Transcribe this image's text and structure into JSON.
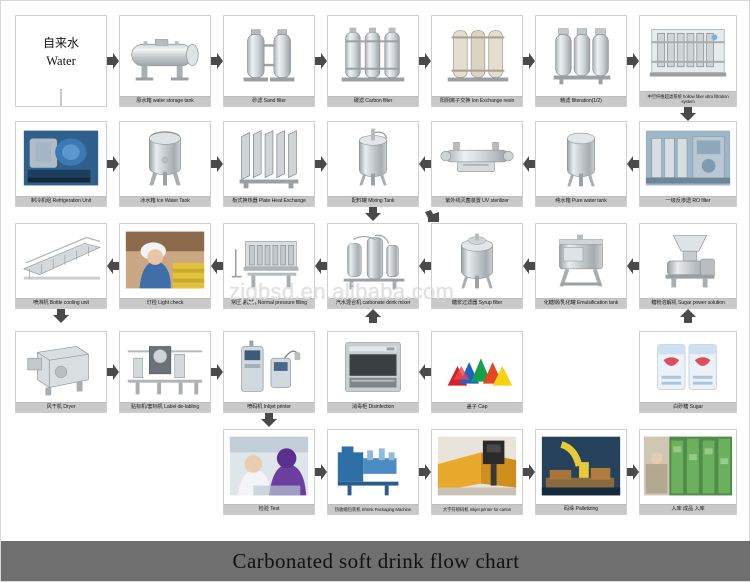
{
  "title": "Carbonated soft drink flow chart",
  "watermark": "zjgbsd.en.alibaba.com",
  "colors": {
    "caption_bg": "#c9c9c9",
    "cell_border": "#cfcfcf",
    "arrow": "#4a4a4a",
    "title_bar_bg": "#6f6f6f",
    "page_bg": "#ffffff"
  },
  "start_cell": {
    "cn": "自来水",
    "en": "Water"
  },
  "rows": [
    {
      "index": 1,
      "flow": "left-to-right",
      "cells": [
        {
          "id": "water",
          "cn": "自来水",
          "en": "Water",
          "caption": "自来水 Water",
          "icon": "text-start"
        },
        {
          "id": "water-storage",
          "caption": "原水箱 water storage tank",
          "icon": "horizontal-tank-icon"
        },
        {
          "id": "sand-filter",
          "caption": "砂滤 Sand filter",
          "icon": "twin-column-filter-icon"
        },
        {
          "id": "carbon-filter",
          "caption": "碳滤 Carbon filter",
          "icon": "multi-column-filter-icon"
        },
        {
          "id": "ion-exchange",
          "caption": "阳阴离子交换 Ion Exchange resin",
          "icon": "resin-column-icon"
        },
        {
          "id": "filtration",
          "caption": "精滤 filteration(1/2)",
          "icon": "cartridge-filter-icon"
        },
        {
          "id": "hollow-fiber",
          "caption": "中空纤维超滤系统 hollow fiber ultra filtration system",
          "icon": "membrane-skid-icon"
        }
      ]
    },
    {
      "index": 2,
      "flow": "converging-to-mixing-tank",
      "cells": [
        {
          "id": "refrigeration",
          "caption": "制冷机组 Refrigeration Unit",
          "icon": "refrigeration-unit-photo"
        },
        {
          "id": "ice-water-tank",
          "caption": "冰水箱 Ice Water Tank",
          "icon": "vertical-tank-icon"
        },
        {
          "id": "plate-heat-exch",
          "caption": "板式换热器 Plate Heat Exchange",
          "icon": "plate-heat-exchanger-icon"
        },
        {
          "id": "mixing-tank",
          "caption": "配料罐 Mixing Tank",
          "icon": "mixing-tank-icon"
        },
        {
          "id": "uv-sterilizer",
          "caption": "紫外线灭菌装置 UV sterilizer",
          "icon": "uv-sterilizer-icon"
        },
        {
          "id": "pure-water-tank",
          "caption": "纯水箱 Pure water tank",
          "icon": "pure-water-tank-icon"
        },
        {
          "id": "ro-filter",
          "caption": "一级反渗透 RO filter",
          "icon": "ro-skid-photo"
        }
      ]
    },
    {
      "index": 3,
      "flow": "right-to-left",
      "cells": [
        {
          "id": "bottle-cooling",
          "caption": "喷淋机 Bottle cooling unit",
          "icon": "cooling-tunnel-icon"
        },
        {
          "id": "light-check",
          "caption": "灯检 Light check",
          "icon": "light-check-photo"
        },
        {
          "id": "normal-filling",
          "caption": "常压灌装机 Normal pressure filling",
          "icon": "filling-machine-icon"
        },
        {
          "id": "carbonate-mixer",
          "caption": "汽水混合机 carbonate drink mixer",
          "icon": "carbonator-icon"
        },
        {
          "id": "syrup-filter",
          "caption": "糖浆过滤器 Syrup filter",
          "icon": "syrup-filter-icon"
        },
        {
          "id": "emulsification",
          "caption": "化糖锅/乳化罐 Emulsification tank",
          "icon": "emulsification-tank-icon"
        },
        {
          "id": "sugar-solution",
          "caption": "糖粉溶解机 Sugar power solution",
          "icon": "sugar-dissolver-icon"
        }
      ]
    },
    {
      "index": 4,
      "flow": "mixed",
      "cells": [
        {
          "id": "dryer",
          "caption": "风干机 Dryer",
          "icon": "air-dryer-icon"
        },
        {
          "id": "label-delabling",
          "caption": "贴标机/套标机 Label de-labling",
          "icon": "labeling-machine-icon"
        },
        {
          "id": "inkjet-printer",
          "caption": "喷码机 Inkjet printer",
          "icon": "inkjet-printer-icon"
        },
        {
          "id": "disinfection",
          "caption": "消毒柜 Disinfection",
          "icon": "disinfection-cabinet-icon"
        },
        {
          "id": "cap",
          "caption": "盖子 Cap",
          "icon": "bottle-caps-icon"
        },
        {
          "id": "sugar",
          "caption": "白砂糖 Sugar",
          "icon": "sugar-sacks-icon"
        }
      ]
    },
    {
      "index": 5,
      "flow": "left-to-right",
      "cells": [
        {
          "id": "test",
          "caption": "检验 Test",
          "icon": "inspection-photo"
        },
        {
          "id": "shrink-packing",
          "caption": "热收缩包装机 Shrink Packaging Machine",
          "icon": "shrink-wrapper-icon"
        },
        {
          "id": "carton-inkjet",
          "caption": "大字符喷码机 Inkjet printer for carton",
          "icon": "carton-printer-photo"
        },
        {
          "id": "palletizing",
          "caption": "码垛 Palletizing",
          "icon": "palletizing-photo"
        },
        {
          "id": "warehouse",
          "caption": "入库 成品 入库",
          "icon": "warehouse-photo"
        }
      ]
    }
  ],
  "connectors": [
    {
      "from": "hollow-fiber",
      "to": "ro-filter",
      "direction": "down"
    },
    {
      "from": "mixing-tank",
      "to": "carbonate-mixer",
      "direction": "down"
    },
    {
      "from": "sugar-solution",
      "to": "emulsification",
      "direction": "up-left"
    },
    {
      "from": "bottle-cooling",
      "to": "dryer",
      "direction": "down"
    },
    {
      "from": "sugar",
      "to": "sugar-solution",
      "direction": "up"
    },
    {
      "from": "inkjet-printer",
      "to": "test",
      "direction": "down"
    },
    {
      "from": "disinfection",
      "to": "normal-filling",
      "direction": "up"
    }
  ]
}
